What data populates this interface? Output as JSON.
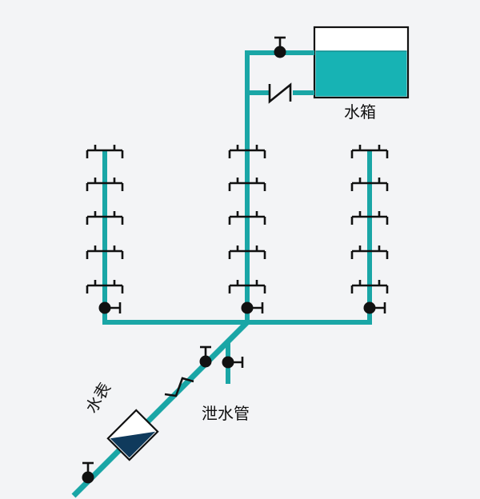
{
  "labels": {
    "tank": "水箱",
    "meter": "水表",
    "drain": "泄水管"
  },
  "colors": {
    "pipe": "#1aa6a6",
    "water": "#17b3b4",
    "line": "#111111",
    "background": "#f3f4f6"
  },
  "components": {
    "risers": 3,
    "taps_per_riser": 5
  }
}
